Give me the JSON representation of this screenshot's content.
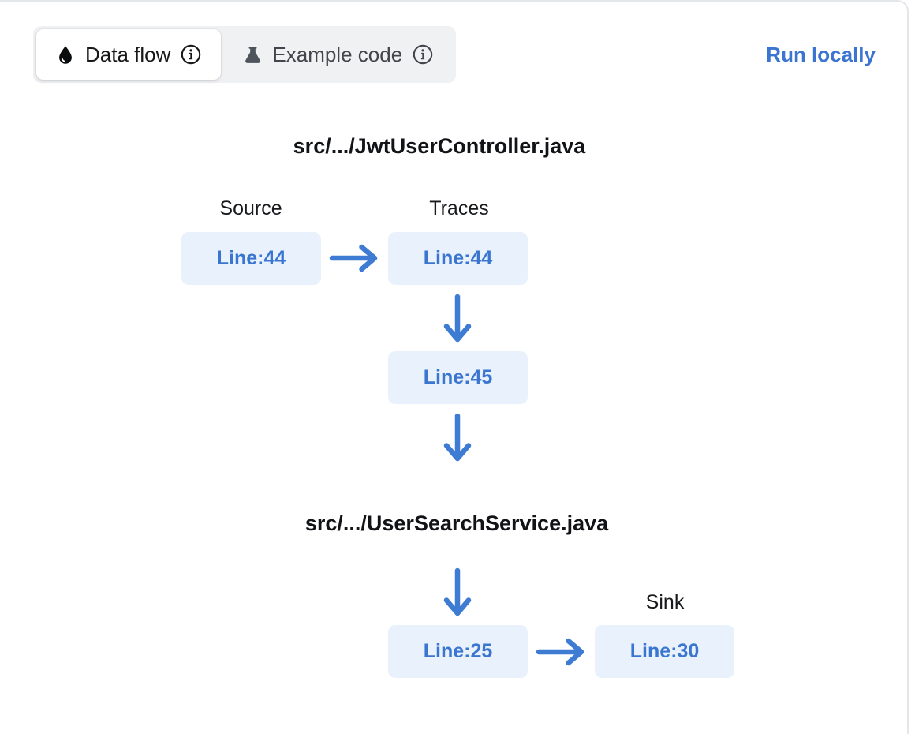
{
  "header": {
    "tabs": [
      {
        "label": "Data flow",
        "icon": "droplet-icon",
        "active": true
      },
      {
        "label": "Example code",
        "icon": "flask-icon",
        "active": false
      }
    ],
    "run_locally_label": "Run locally"
  },
  "flow": {
    "file1": {
      "title": "src/.../JwtUserController.java",
      "source_label": "Source",
      "traces_label": "Traces",
      "source_node": "Line:44",
      "trace_node_1": "Line:44",
      "trace_node_2": "Line:45"
    },
    "file2": {
      "title": "src/.../UserSearchService.java",
      "sink_label": "Sink",
      "trace_node_3": "Line:25",
      "sink_node": "Line:30"
    }
  },
  "colors": {
    "accent_blue": "#3b74d1",
    "node_background": "#e9f2fc",
    "node_text": "#3a76d0",
    "arrow_blue": "#3e7bd3",
    "border_gray": "#e4e7ea"
  }
}
